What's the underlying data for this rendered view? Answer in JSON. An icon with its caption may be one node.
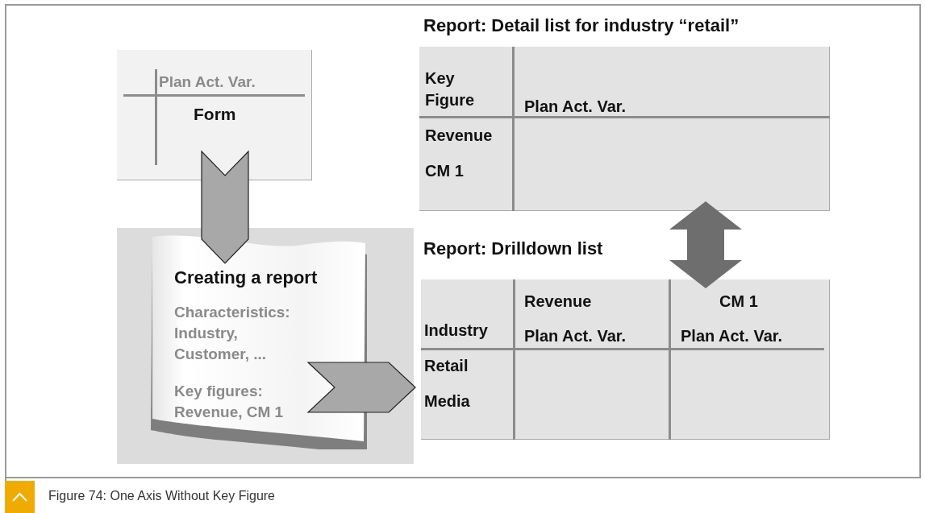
{
  "diagram": {
    "caption": "Figure 74: One Axis Without Key Figure",
    "nodes": [
      {
        "text": [
          "Plan Act. Var.",
          "Form"
        ]
      },
      {
        "text": [
          "Creating a report",
          "Characteristics: Industry, Customer, ...",
          "Key figures: Revenue, CM 1"
        ]
      },
      {
        "text": [
          "Report: Detail list for industry “retail”",
          "Key Figure",
          "Plan Act. Var.",
          "Revenue",
          "CM 1"
        ]
      },
      {
        "text": [
          "Report: Drilldown list",
          "Revenue",
          "CM 1",
          "Industry",
          "Plan Act. Var.",
          "Plan Act. Var.",
          "Retail",
          "Media"
        ]
      }
    ],
    "edges": [
      {
        "from": 0,
        "to": 1,
        "arrow": "to"
      },
      {
        "from": 1,
        "to": 3,
        "arrow": "to"
      },
      {
        "from": 2,
        "to": 3,
        "arrow": "both",
        "color": "#6e6e6e"
      }
    ]
  }
}
